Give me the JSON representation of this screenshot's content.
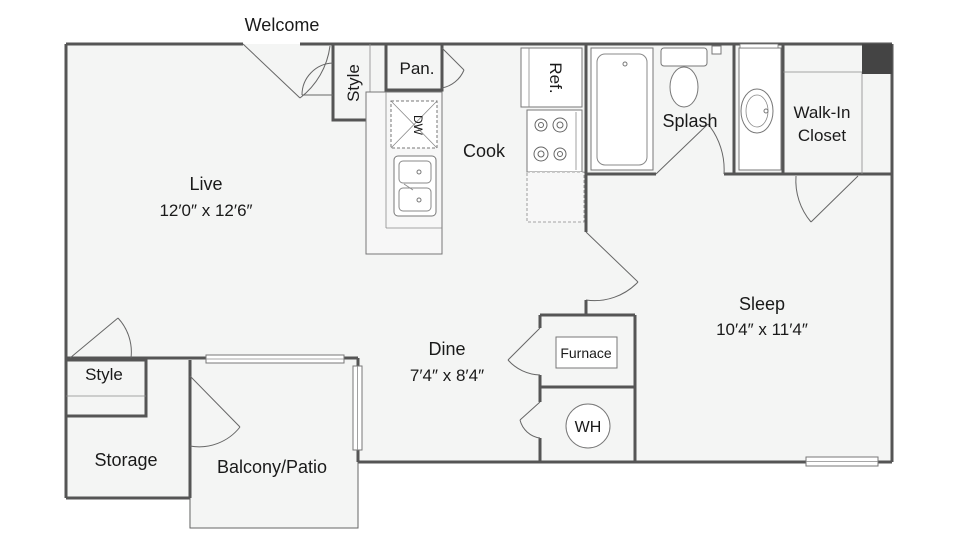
{
  "labels": {
    "welcome": "Welcome",
    "style_closet_top": "Style",
    "pantry": "Pan.",
    "refrigerator": "Ref.",
    "dishwasher": "DW",
    "cook": "Cook",
    "splash": "Splash",
    "walk_in_line1": "Walk-In",
    "walk_in_line2": "Closet",
    "live": "Live",
    "live_dims": "12′0″ x 12′6″",
    "sleep": "Sleep",
    "sleep_dims": "10′4″ x 11′4″",
    "dine": "Dine",
    "dine_dims": "7′4″ x 8′4″",
    "furnace": "Furnace",
    "water_heater": "WH",
    "style_closet_left": "Style",
    "storage": "Storage",
    "balcony": "Balcony/Patio"
  },
  "colors": {
    "wall": "#555555",
    "floor": "#f4f5f4",
    "corner_block": "#444444"
  }
}
